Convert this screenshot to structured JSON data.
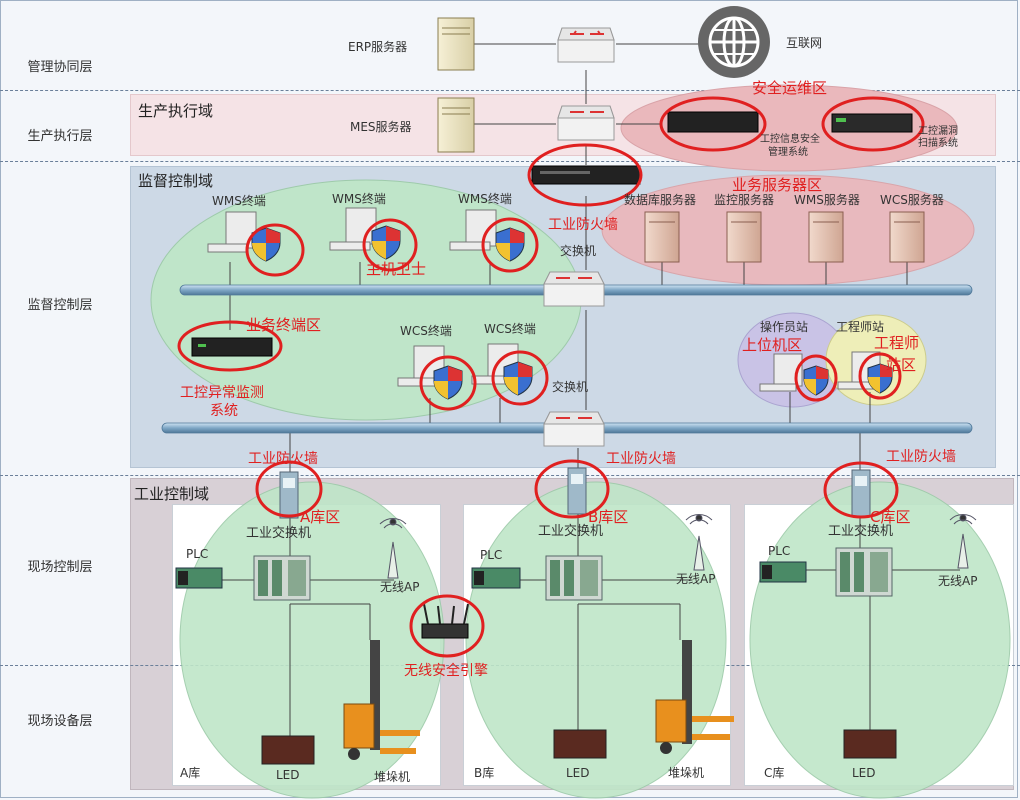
{
  "layers": {
    "mgmt": "管理协同层",
    "prod": "生产执行层",
    "super": "监督控制层",
    "field_ctrl": "现场控制层",
    "field_dev": "现场设备层"
  },
  "domains": {
    "prod": "生产执行域",
    "super": "监督控制域",
    "industrial": "工业控制域"
  },
  "top": {
    "erp": "ERP服务器",
    "internet": "互联网",
    "mes": "MES服务器"
  },
  "ops": {
    "zone": "安全运维区",
    "system1": [
      "工控信息安全",
      "管理系统"
    ],
    "system2": [
      "工控漏洞",
      "扫描系统"
    ]
  },
  "supervise": {
    "firewall": "工业防火墙",
    "biz_server_zone": "业务服务器区",
    "servers": [
      "数据库服务器",
      "监控服务器",
      "WMS服务器",
      "WCS服务器"
    ],
    "wms_terminals": [
      "WMS终端",
      "WMS终端",
      "WMS终端"
    ],
    "host_guard": "主机卫士",
    "switch": "交换机",
    "biz_terminal_zone": "业务终端区",
    "anomaly": [
      "工控异常监测",
      "系统"
    ],
    "wcs_terminals": [
      "WCS终端",
      "WCS终端"
    ],
    "operator": "操作员站",
    "engineer": "工程师站",
    "upper_zone": "上位机区",
    "engineer_zone": [
      "工程师",
      "站区"
    ],
    "switch2": "交换机",
    "bottom_firewalls": [
      "工业防火墙",
      "工业防火墙",
      "工业防火墙"
    ]
  },
  "warehouses": [
    {
      "zone": "A库区",
      "switch": "工业交换机",
      "plc": "PLC",
      "ap": "无线AP",
      "led": "LED",
      "stacker": "堆垛机",
      "name": "A库"
    },
    {
      "zone": "B库区",
      "switch": "工业交换机",
      "plc": "PLC",
      "ap": "无线AP",
      "led": "LED",
      "stacker": "堆垛机",
      "name": "B库"
    },
    {
      "zone": "C库区",
      "switch": "工业交换机",
      "plc": "PLC",
      "ap": "无线AP",
      "led": "LED",
      "name": "C库"
    }
  ],
  "wireless_engine": "无线安全引擎",
  "colors": {
    "red_highlight": "#e02020",
    "prod_band": "#f5e3e6",
    "super_band": "#cdd9e6",
    "industrial_band": "#d8d0d6",
    "green_zone": "#bfe6c8",
    "pink_zone": "#eab8bc",
    "purple_zone": "#c9c3e6",
    "yellow_zone": "#eeeeb8"
  }
}
